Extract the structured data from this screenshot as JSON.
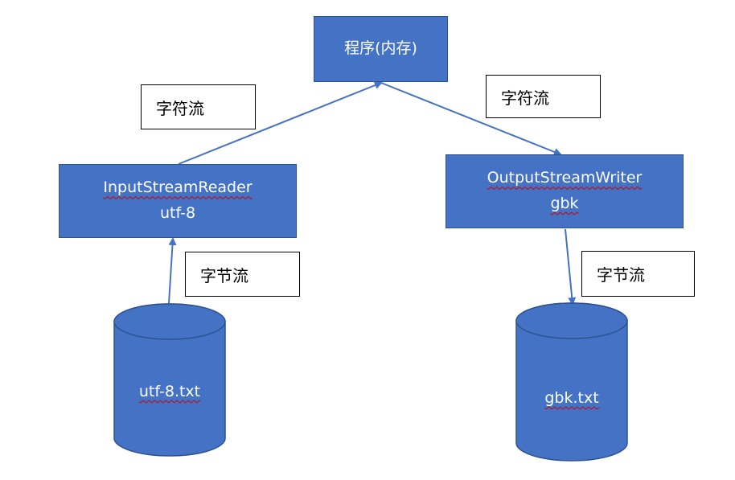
{
  "nodes": {
    "program": {
      "label": "程序(内存)"
    },
    "reader": {
      "name": "InputStreamReader",
      "encoding": "utf-8"
    },
    "writer": {
      "name": "OutputStreamWriter",
      "encoding": "gbk"
    },
    "source_file": {
      "label": "utf-8.txt"
    },
    "target_file": {
      "label": "gbk.txt"
    }
  },
  "edge_labels": {
    "reader_to_program": "字符流",
    "program_to_writer": "字符流",
    "file_to_reader": "字节流",
    "writer_to_file": "字节流"
  },
  "colors": {
    "node_fill": "#4472c4",
    "node_border": "#2f528f",
    "arrow": "#4472c4",
    "node_text": "#ffffff",
    "spell_underline": "#d00000"
  }
}
